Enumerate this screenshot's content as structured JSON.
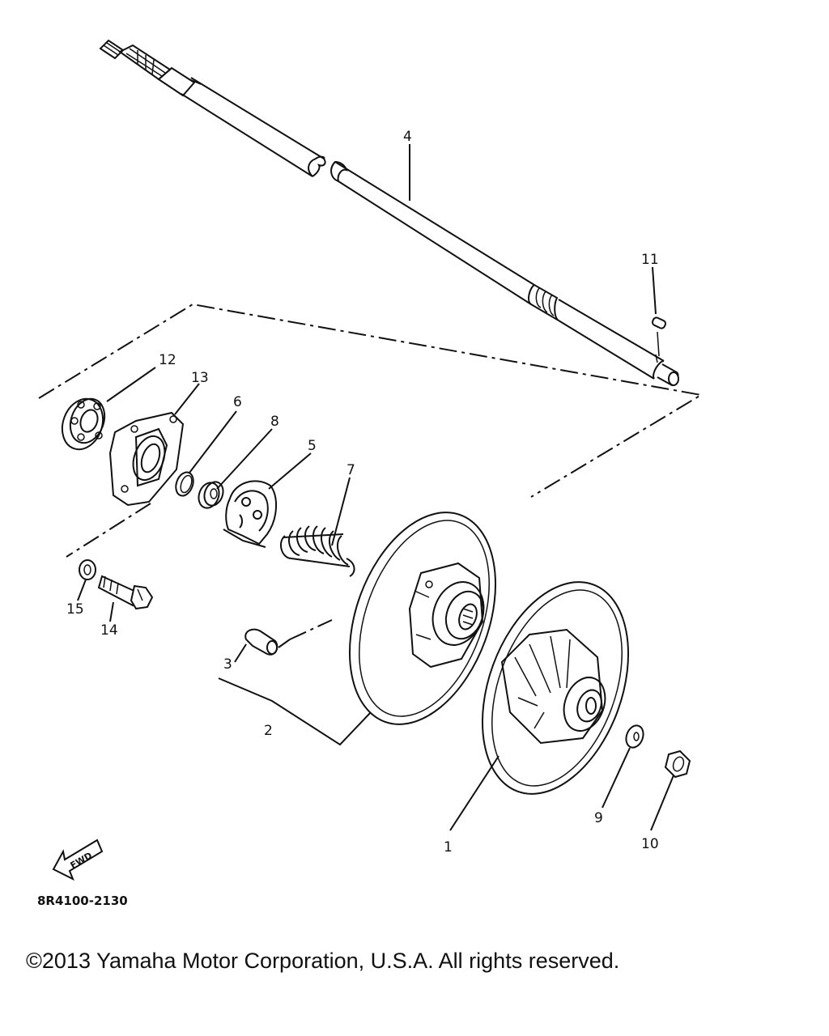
{
  "part_labels": {
    "p1": "1",
    "p2": "2",
    "p3": "3",
    "p4": "4",
    "p5": "5",
    "p6": "6",
    "p7": "7",
    "p8": "8",
    "p9": "9",
    "p10": "10",
    "p11": "11",
    "p12": "12",
    "p13": "13",
    "p14": "14",
    "p15": "15"
  },
  "fwd_arrow": "FWD",
  "diagram_code": "8R4100-2130",
  "copyright": "©2013 Yamaha Motor Corporation, U.S.A. All rights reserved."
}
